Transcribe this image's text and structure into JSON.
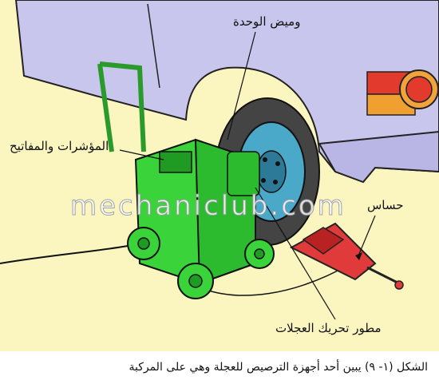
{
  "labels": {
    "unit_flash": "وميض الوحدة",
    "meters_switches": "المؤشرات والمفاتيح",
    "sensor": "حساس",
    "wheel_motor": "مطور تحريك العجلات"
  },
  "watermark": "mechaniclub.com",
  "caption": "الشكل (١-  ٩)  يبين أحد أجهزة الترصيص للعجلة وهي على المركبة",
  "colors": {
    "car_body": "#c9c6ee",
    "floor": "#fbf6c0",
    "machine": "#3ad43a",
    "machine_dark": "#1f9a22",
    "tire": "#444444",
    "rim": "#4aa8c8",
    "jack": "#e03a3a",
    "taillight_red": "#e23b2e",
    "taillight_amber": "#f0a030"
  }
}
